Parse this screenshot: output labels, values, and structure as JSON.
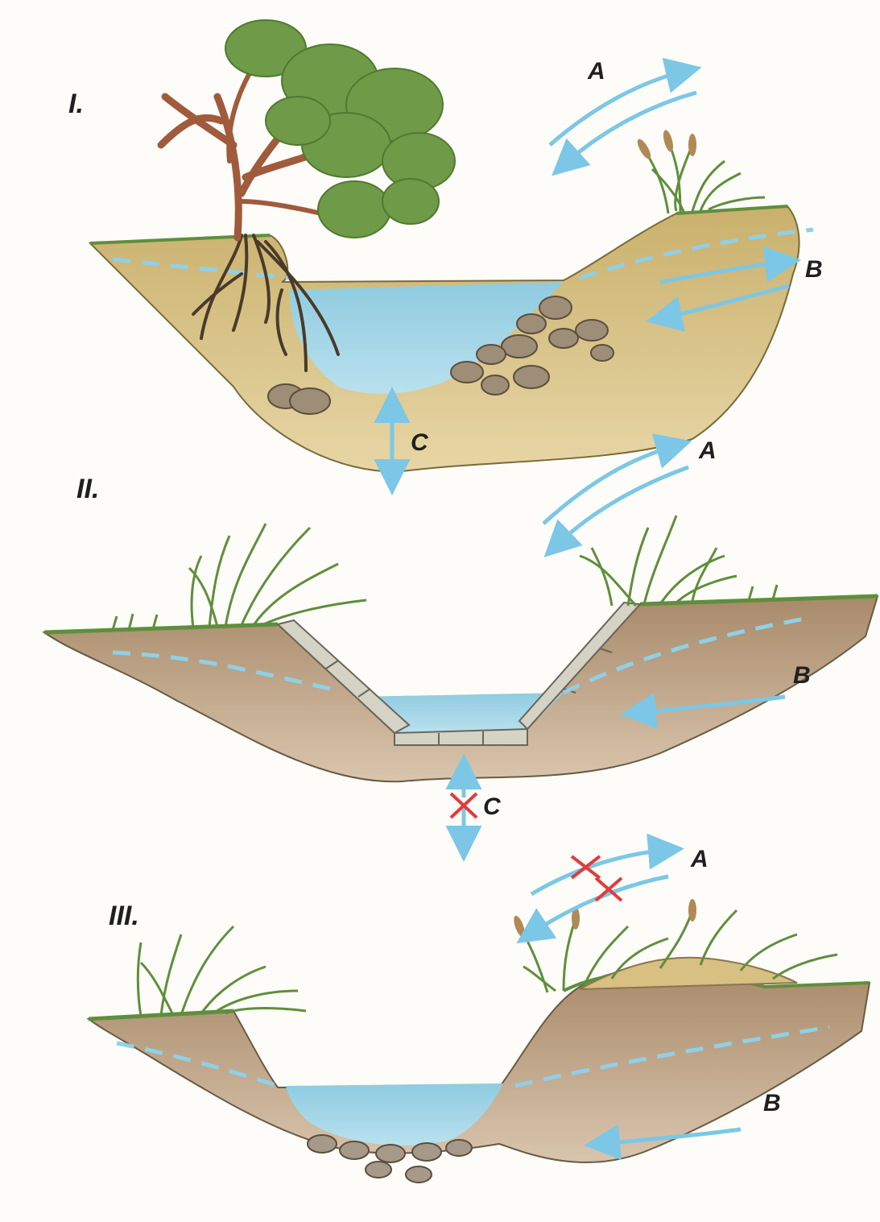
{
  "panels": [
    {
      "label": "I.",
      "flows": {
        "a": "A",
        "b": "B",
        "c": "C"
      }
    },
    {
      "label": "II.",
      "flows": {
        "a": "A",
        "b": "B",
        "c": "C"
      }
    },
    {
      "label": "III.",
      "flows": {
        "a": "A",
        "b": "B"
      }
    }
  ],
  "colors": {
    "arrow": "#7cc7e6",
    "water": "#9bd2e4",
    "blocked": "#e23b3b",
    "sand": "#d8bf82",
    "soil": "#b99c7a",
    "grass": "#5e8f3c",
    "tree_leaves": "#6f9a48",
    "tree_trunk": "#a05a3c",
    "stone": "#9e8e78",
    "concrete": "#d5d2c6"
  },
  "icons": [
    "tree-icon",
    "reed-icon",
    "grass-icon",
    "stones-icon",
    "concrete-lining-icon",
    "blocked-x-icon",
    "double-arrow-icon"
  ]
}
